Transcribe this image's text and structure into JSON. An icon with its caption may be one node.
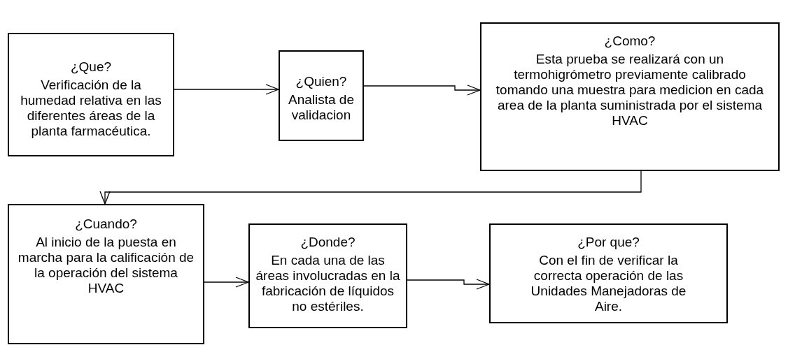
{
  "diagram": {
    "nodes": [
      {
        "text": [
          "¿Que?",
          "Verificación de la humedad relativa en las diferentes áreas de la planta farmacéutica."
        ]
      },
      {
        "text": [
          "¿Quien?",
          "Analista de validacion"
        ]
      },
      {
        "text": [
          "¿Como?",
          "Esta prueba se realizará con un termohigrómetro previamente calibrado tomando una muestra para medicion en cada area de la planta suministrada por el sistema HVAC"
        ]
      },
      {
        "text": [
          "¿Cuando?",
          "Al inicio de la puesta en marcha para la calificación de la operación del sistema HVAC"
        ]
      },
      {
        "text": [
          "¿Donde?",
          "En cada una de las áreas involucradas en la fabricación de líquidos no estériles."
        ]
      },
      {
        "text": [
          "¿Por que?",
          "Con el fin de verificar la correcta operación de las Unidades Manejadoras de Aire."
        ]
      }
    ],
    "edges": [
      {
        "from": 0,
        "to": 1,
        "arrow": "to"
      },
      {
        "from": 1,
        "to": 2,
        "arrow": "to"
      },
      {
        "from": 2,
        "to": 3,
        "arrow": "to"
      },
      {
        "from": 3,
        "to": 4,
        "arrow": "to"
      },
      {
        "from": 4,
        "to": 5,
        "arrow": "to"
      }
    ]
  }
}
